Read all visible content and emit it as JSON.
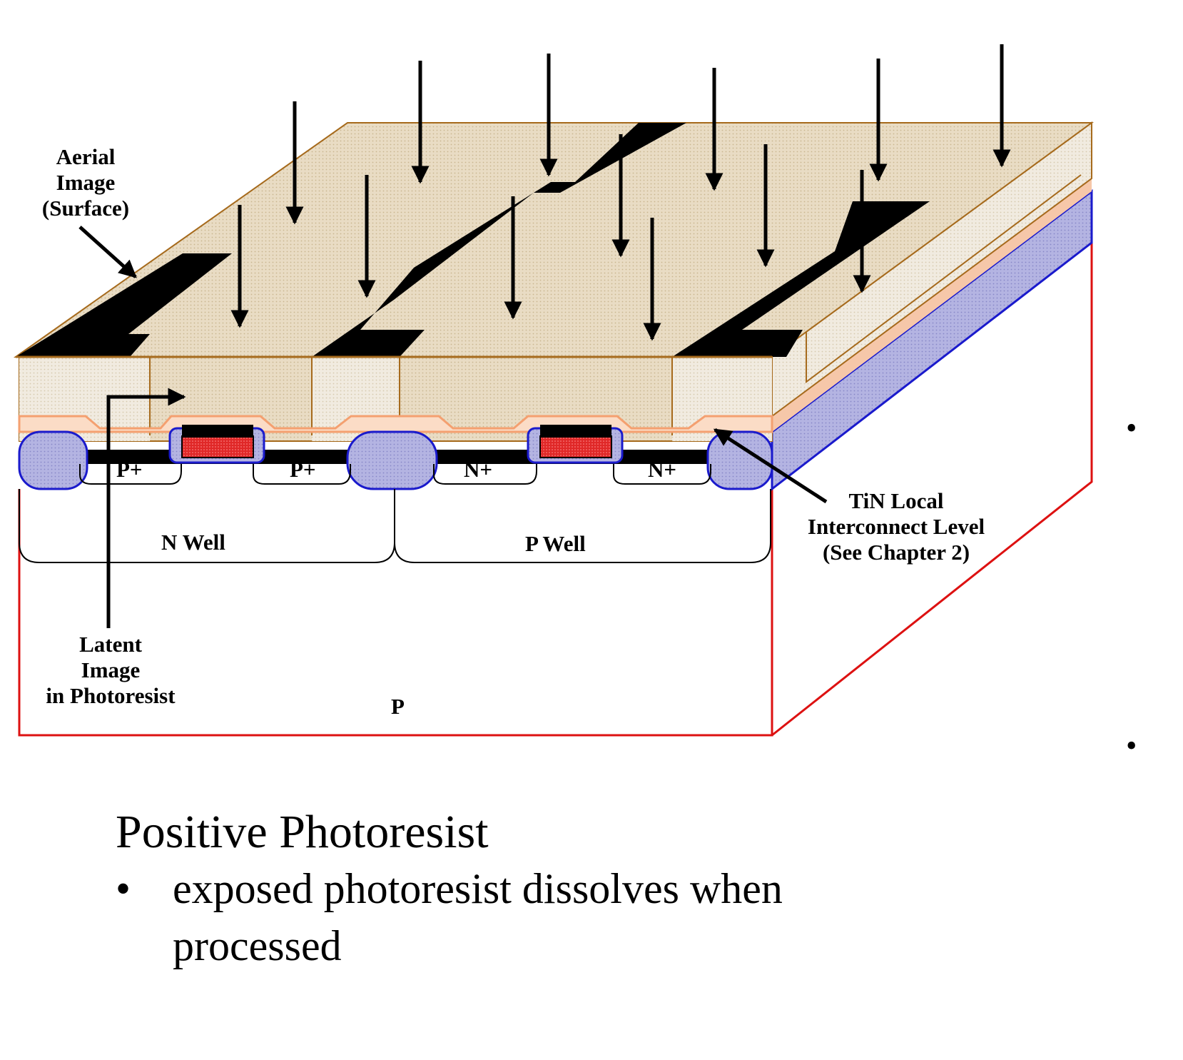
{
  "diagram": {
    "aerial_label": [
      "Aerial",
      "Image",
      "(Surface)"
    ],
    "latent_label": [
      "Latent",
      "Image",
      "in Photoresist"
    ],
    "tin_label": [
      "TiN Local",
      "Interconnect Level",
      "(See Chapter 2)"
    ],
    "n_well": "N Well",
    "p_well": "P Well",
    "substrate": "P",
    "p_plus": "P+",
    "n_plus": "N+",
    "colors": {
      "photoresist": "#e9dcc4",
      "photoresist_edge": "#a66a1c",
      "mask_pattern": "#000000",
      "oxide": "#aaaadd",
      "oxide_edge": "#1a1acc",
      "substrate_edge": "#dd1111",
      "gate": "#e02828",
      "tin_layer": "#f4a070"
    }
  },
  "slide": {
    "title": "Positive Photoresist",
    "bullet_mark": "•",
    "bullet_text": "exposed photoresist dissolves when processed",
    "side_bullets": [
      "•",
      "•"
    ]
  }
}
